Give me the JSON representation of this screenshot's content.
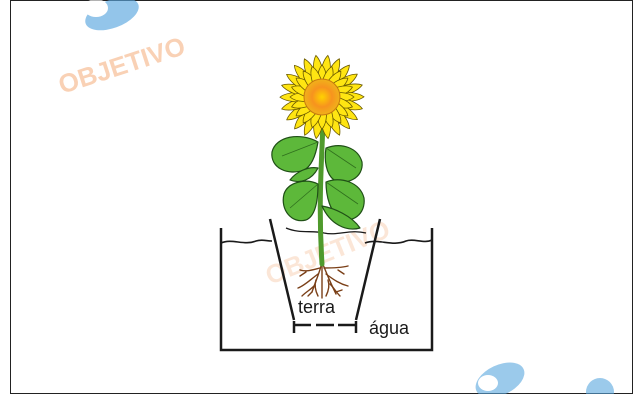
{
  "watermark": {
    "text": "OBJETIVO",
    "color": "#f6b98f",
    "logo_color": "#5aa7df"
  },
  "labels": {
    "soil": "terra",
    "water": "água"
  },
  "colors": {
    "petal": "#ffe512",
    "petal_outline": "#6b5a00",
    "center": "#f7931e",
    "leaf": "#5db83a",
    "stem": "#4f9a2c",
    "root": "#7a3f17",
    "outline": "#1a1a1a"
  },
  "icons": [
    "sunflower-icon",
    "pot-icon",
    "container-icon",
    "roots-icon"
  ]
}
